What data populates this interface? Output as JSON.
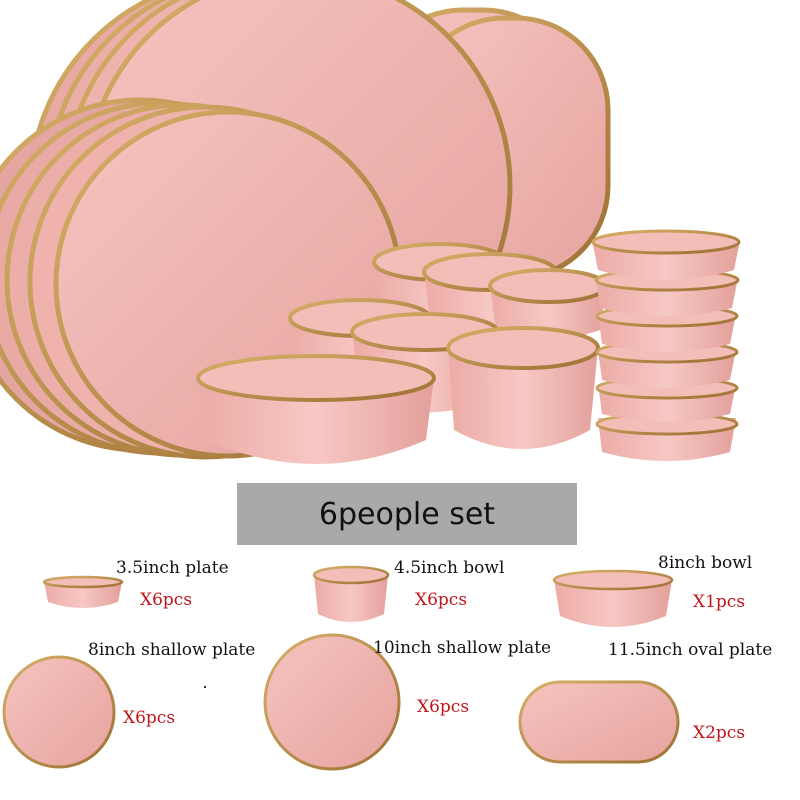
{
  "banner": {
    "text": "6people set"
  },
  "items": [
    {
      "name": "3.5inch plate",
      "quantity": "X6pcs"
    },
    {
      "name": "4.5inch bowl",
      "quantity": "X6pcs"
    },
    {
      "name": "8inch bowl",
      "quantity": "X1pcs"
    },
    {
      "name": "8inch shallow plate",
      "quantity": "X6pcs"
    },
    {
      "name": "10inch shallow plate",
      "quantity": "X6pcs"
    },
    {
      "name": "11.5inch oval plate",
      "quantity": "X2pcs"
    }
  ],
  "colors": {
    "ceramic_pink": "#f1b5b2",
    "ceramic_shadow": "#d99590",
    "gold_rim": "#b88a45",
    "quantity_red": "#c0151a",
    "banner_gray": "#a9a9a9"
  }
}
